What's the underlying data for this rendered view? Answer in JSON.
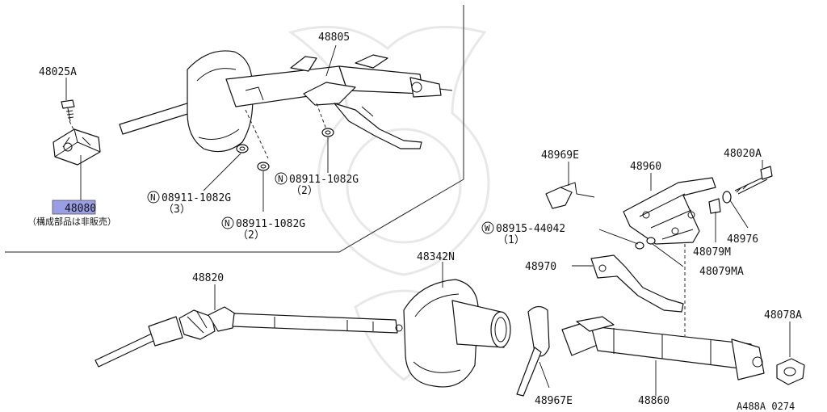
{
  "diagram": {
    "labels": {
      "p48805": "48805",
      "p48025a": "48025A",
      "p48080": "48080",
      "p48080_note": "（構成部品は非販売）",
      "bolt1_code": "08911-1082G",
      "bolt1_qty": "（2）",
      "bolt2_code": "08911-1082G",
      "bolt2_qty": "（3）",
      "bolt3_code": "08911-1082G",
      "bolt3_qty": "（2）",
      "p48969e": "48969E",
      "p48960": "48960",
      "p48020a": "48020A",
      "washer_code": "08915-44042",
      "washer_qty": "（1）",
      "p48976": "48976",
      "p48079m": "48079M",
      "p48970": "48970",
      "p48079ma": "48079MA",
      "p48820": "48820",
      "p48342n": "48342N",
      "p48078a": "48078A",
      "p48967e": "48967E",
      "p48860": "48860",
      "ref": "A488A 0274"
    },
    "markers": {
      "nut": "N",
      "washer": "W"
    },
    "highlight_color": "#9a9ee6"
  }
}
